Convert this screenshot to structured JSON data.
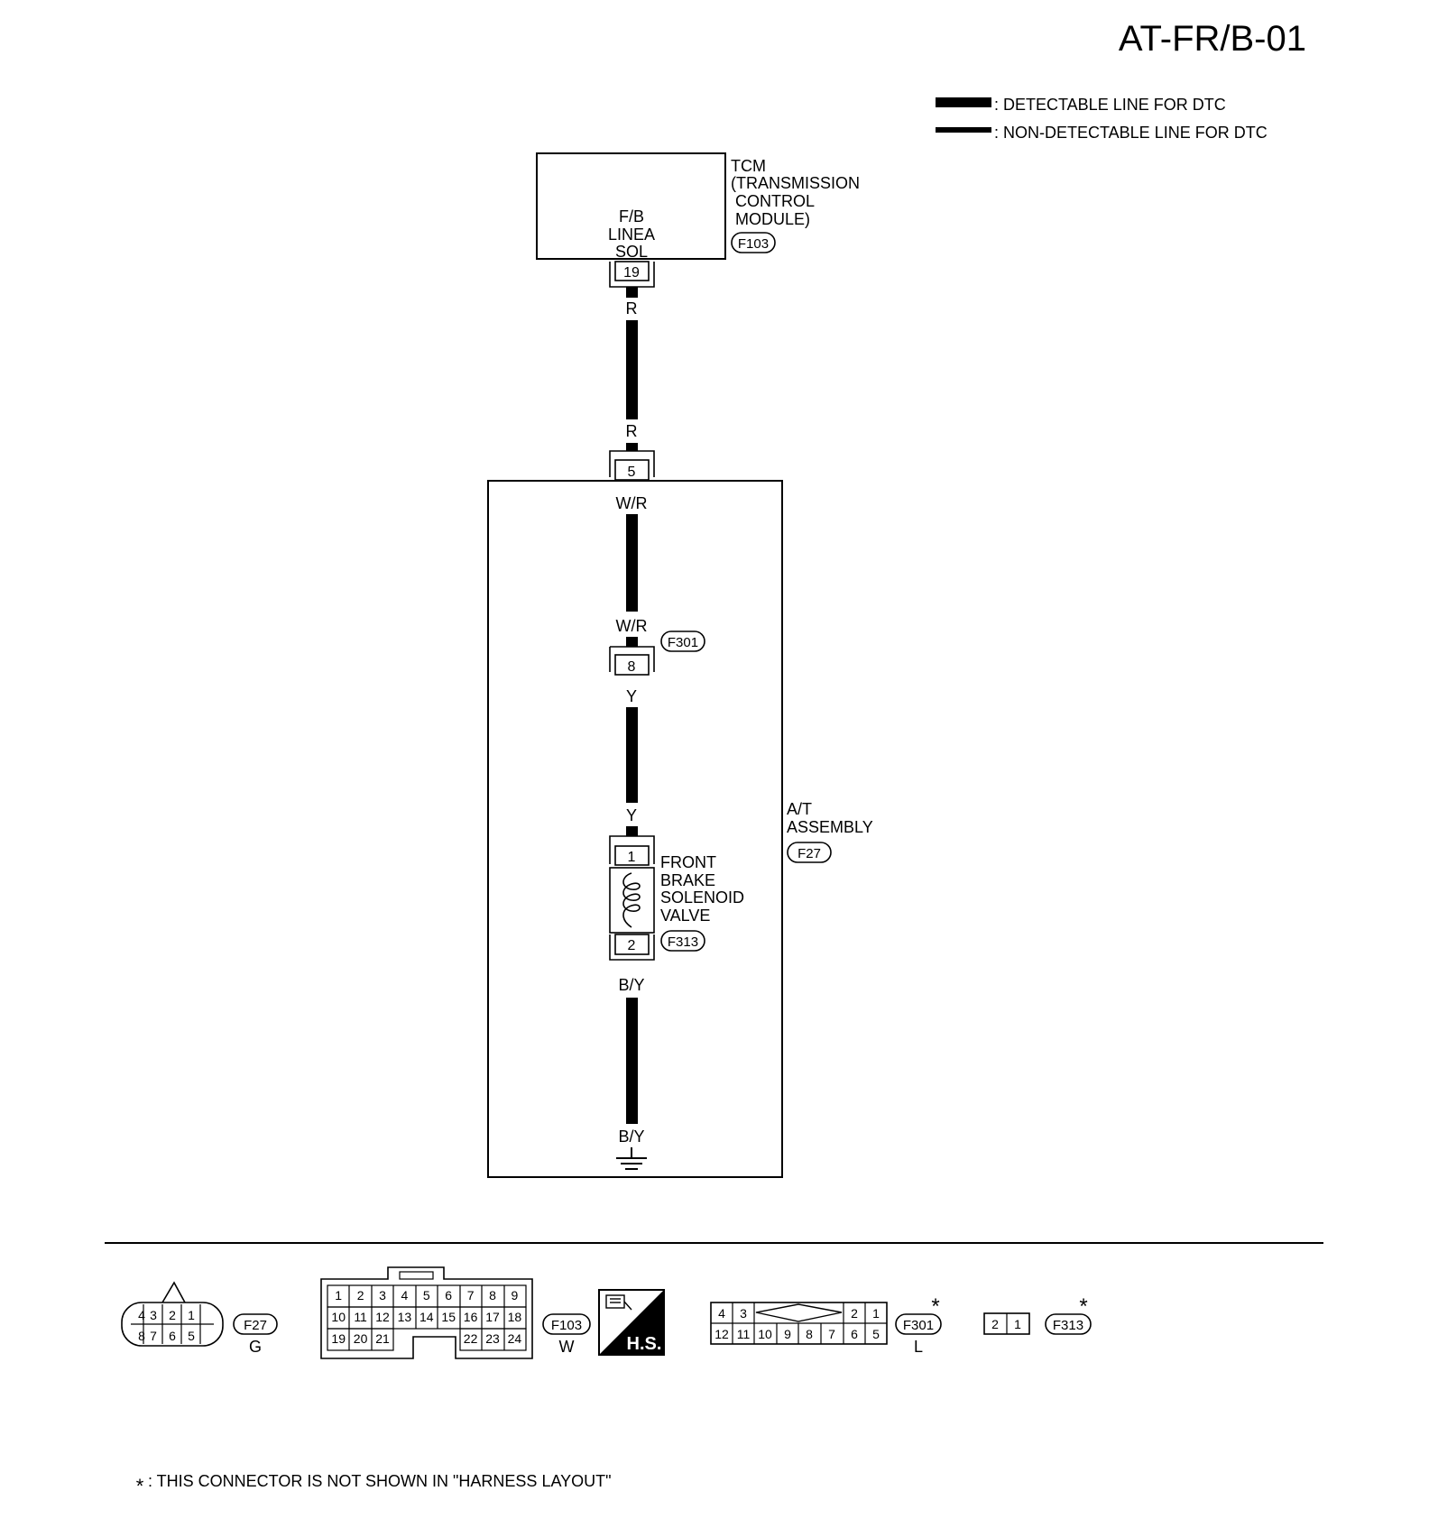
{
  "title": "AT-FR/B-01",
  "legend": {
    "detectable": ": DETECTABLE LINE FOR DTC",
    "non_detectable": ": NON-DETECTABLE LINE FOR DTC"
  },
  "tcm": {
    "name_lines": [
      "TCM",
      "(TRANSMISSION",
      " CONTROL",
      " MODULE)"
    ],
    "connector": "F103",
    "terminal_label_lines": [
      "F/B",
      "LINEA",
      "SOL"
    ],
    "terminal": "19"
  },
  "wires": {
    "tcm_out": "R",
    "asm_in": "R",
    "asm_inside": "W/R",
    "f301_in": "W/R",
    "f301_out": "Y",
    "valve_in": "Y",
    "valve_out": "B/Y",
    "ground": "B/Y"
  },
  "at_assembly": {
    "name_lines": [
      "A/T",
      "ASSEMBLY"
    ],
    "connector": "F27",
    "terminal": "5"
  },
  "f301": {
    "connector": "F301",
    "terminal": "8"
  },
  "valve": {
    "name_lines": [
      "FRONT",
      "BRAKE",
      "SOLENOID",
      "VALVE"
    ],
    "connector": "F313",
    "terminal_in": "1",
    "terminal_out": "2"
  },
  "connectors": {
    "f27": {
      "tag": "F27",
      "color": "G",
      "row1": [
        "4",
        "3",
        "2",
        "1"
      ],
      "row2": [
        "8",
        "7",
        "6",
        "5"
      ]
    },
    "f103": {
      "tag": "F103",
      "color": "W",
      "row1": [
        "1",
        "2",
        "3",
        "4",
        "5",
        "6",
        "7",
        "8",
        "9"
      ],
      "row2": [
        "10",
        "11",
        "12",
        "13",
        "14",
        "15",
        "16",
        "17",
        "18"
      ],
      "row3_left": [
        "19",
        "20",
        "21"
      ],
      "row3_right": [
        "22",
        "23",
        "24"
      ]
    },
    "hs_label": "H.S.",
    "f301": {
      "tag": "F301",
      "color": "L",
      "star": "*",
      "row1_left": [
        "4",
        "3"
      ],
      "row1_right": [
        "2",
        "1"
      ],
      "row2": [
        "12",
        "11",
        "10",
        "9",
        "8",
        "7",
        "6",
        "5"
      ]
    },
    "f313": {
      "tag": "F313",
      "star": "*",
      "pins": [
        "2",
        "1"
      ]
    }
  },
  "footnote_star": "*",
  "footnote": ": THIS CONNECTOR IS NOT SHOWN IN \"HARNESS LAYOUT\""
}
